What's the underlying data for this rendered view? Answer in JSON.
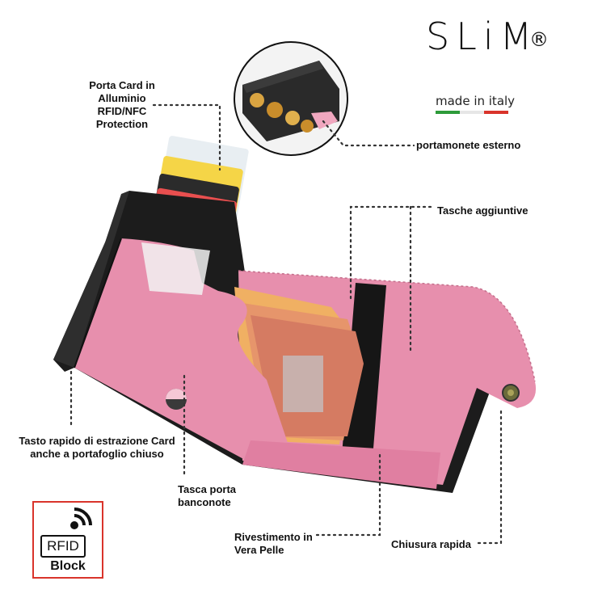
{
  "brand": {
    "logo_text": "SLiM",
    "registered_mark": "®",
    "tagline": "made in italy",
    "flag_colors": [
      "#2e9b3a",
      "#ffffff",
      "#d9342b"
    ]
  },
  "callouts": {
    "card_holder": [
      "Porta Card in",
      "Alluminio",
      "RFID/NFC",
      "Protection"
    ],
    "coin_purse": "portamonete esterno",
    "extra_pockets": "Tasche aggiuntive",
    "quick_button": [
      "Tasto rapido di estrazione Card",
      "anche a portafoglio chiuso"
    ],
    "bill_pocket": [
      "Tasca porta",
      "banconote"
    ],
    "leather": [
      "Rivestimento in",
      "Vera Pelle"
    ],
    "closure": "Chiusura rapida"
  },
  "badge": {
    "rfid": "RFID",
    "block": "Block",
    "icon": "wireless-signal-icon"
  },
  "colors": {
    "leather_pink": "#e78fad",
    "leather_pink_dark": "#d97797",
    "wallet_black": "#1c1c1c",
    "dots": "#333333",
    "badge_border": "#d9342b"
  }
}
